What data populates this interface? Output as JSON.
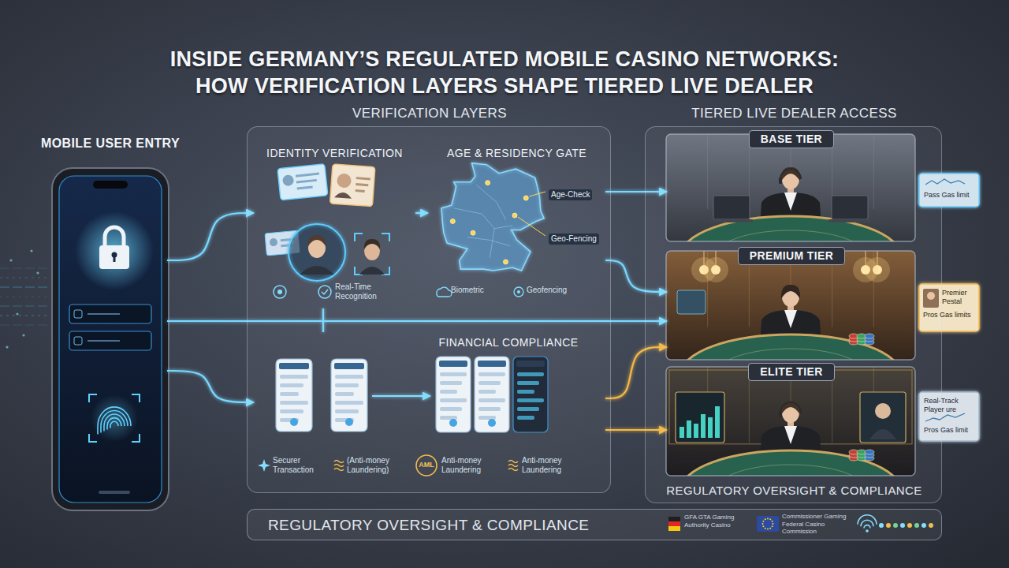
{
  "diagram": {
    "title": "INSIDE GERMANY’S REGULATED MOBILE CASINO NETWORKS: HOW VERIFICATION LAYERS SHAPE TIERED LIVE DEALER",
    "nodes": [
      {
        "text": [
          "MOBILE USER ENTRY"
        ]
      },
      {
        "text": [
          "VERIFICATION LAYERS"
        ]
      },
      {
        "text": [
          "IDENTITY VERIFICATION"
        ],
        "in": 1
      },
      {
        "text": [
          "AGE & RESIDENCY GATE"
        ],
        "in": 1
      },
      {
        "text": [
          "FINANCIAL COMPLIANCE"
        ],
        "in": 1
      },
      {
        "text": [
          "TIERED LIVE DEALER ACCESS",
          "REGULATORY OVERSIGHT & COMPLIANCE"
        ]
      },
      {
        "text": [
          "BASE TIER"
        ],
        "in": 5
      },
      {
        "text": [
          "PREMIUM TIER"
        ],
        "in": 5
      },
      {
        "text": [
          "ELITE TIER"
        ],
        "in": 5
      },
      {
        "text": [
          "REGULATORY OVERSIGHT & COMPLIANCE"
        ]
      }
    ],
    "edges": [
      {
        "from": 0,
        "to": 2,
        "arrow": "to"
      },
      {
        "from": 0,
        "to": 4,
        "arrow": "to"
      },
      {
        "from": 0,
        "to": 7,
        "arrow": "to"
      },
      {
        "from": 2,
        "to": 3,
        "arrow": "to"
      },
      {
        "from": 3,
        "to": 6,
        "arrow": "to"
      },
      {
        "from": 3,
        "to": 7,
        "arrow": "to"
      },
      {
        "from": 4,
        "to": 7,
        "arrow": "to"
      },
      {
        "from": 4,
        "to": 8,
        "arrow": "to"
      },
      {
        "from": 2,
        "to": 4,
        "arrow": "none"
      }
    ],
    "labels": [
      "Real-Time Recognition",
      "Age-Check",
      "Geo-Fencing",
      "Biometric",
      "Geofencing",
      "Securer Transaction",
      "(Anti-money Laundering)",
      "AML",
      "Anti-money Laundering",
      "Anti-money Laundering",
      "Pass Gas limit",
      "Premier Pestal",
      "Pros Gas limits",
      "Real-Track Player ure",
      "Pros Gas limit",
      "GFA GTA Gaming Authority Casino",
      "Commissioner Gaming Federal Casino Commission"
    ]
  }
}
